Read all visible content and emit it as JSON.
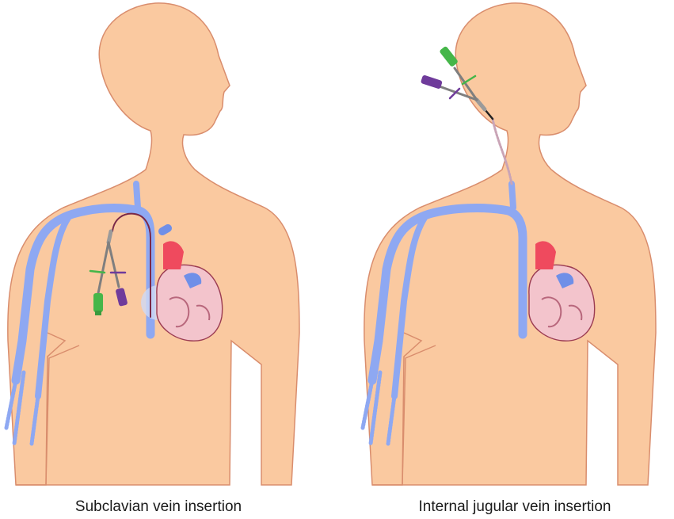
{
  "panels": [
    {
      "caption": "Subclavian vein insertion"
    },
    {
      "caption": "Internal jugular vein insertion"
    }
  ],
  "colors": {
    "skin": "#fac9a0",
    "skin_outline": "#d98d6d",
    "vein": "#8ea8f2",
    "vein_dark": "#6f8fe8",
    "heart_body": "#f3c4cc",
    "heart_outline": "#9b3b52",
    "heart_red": "#ef4a5e",
    "catheter_green": "#45b649",
    "catheter_purple": "#6f3b9b",
    "catheter_gray": "#7f7f7f"
  },
  "icons": [
    "torso-silhouette",
    "vein-network",
    "heart-illustration",
    "central-venous-catheter"
  ]
}
